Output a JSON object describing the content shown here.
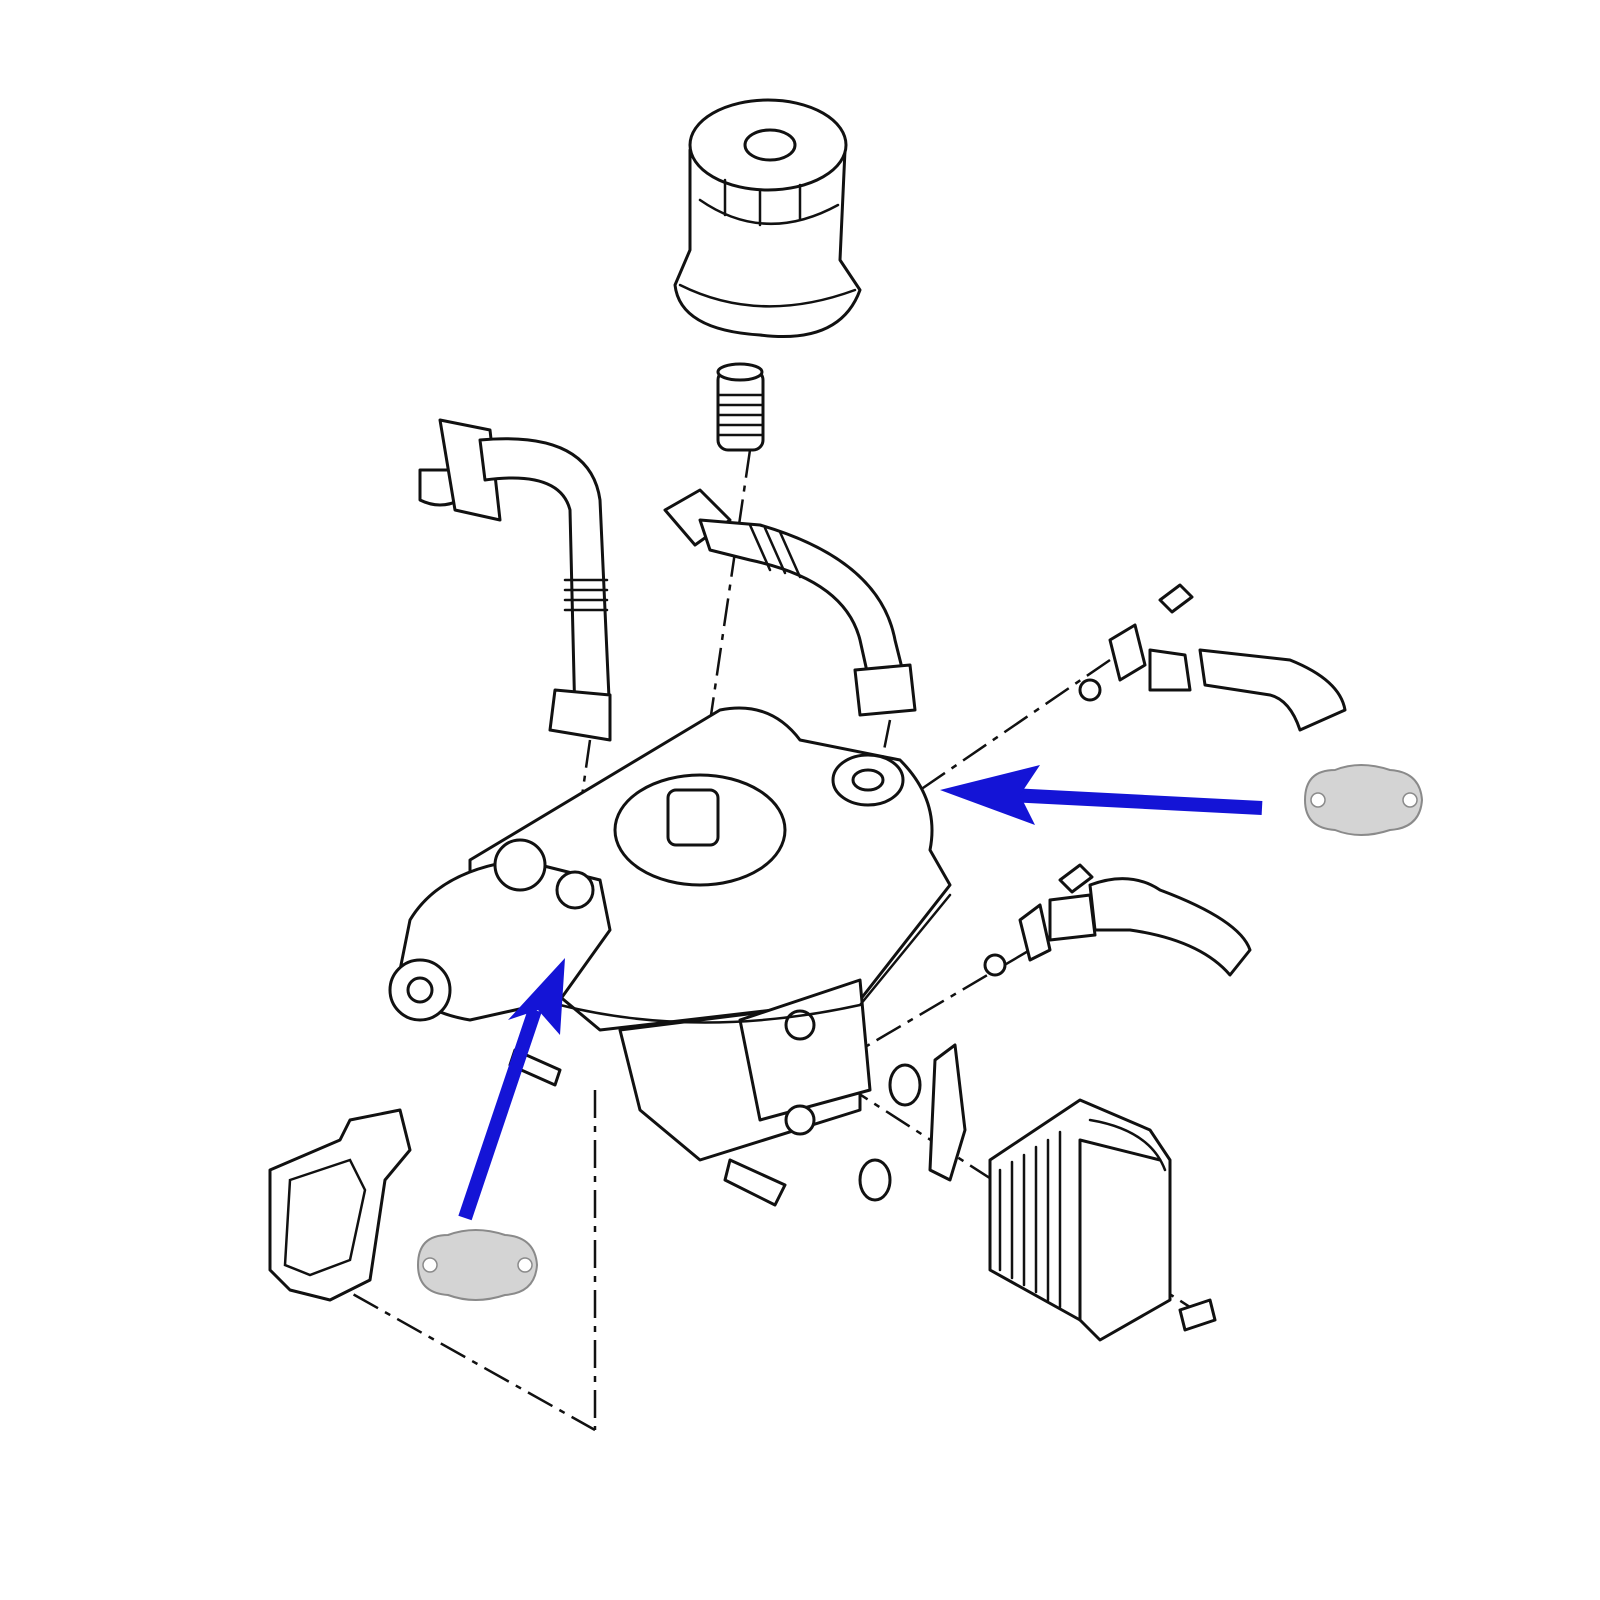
{
  "colors": {
    "background": "#ffffff",
    "line": "#111111",
    "arrow": "#1414d6",
    "blanking_plate_fill": "#d4d4d4",
    "blanking_plate_edge": "#8a8a8a"
  },
  "diagram": {
    "type": "exploded-parts-view",
    "parts": [
      "oil-filter",
      "spring",
      "egr-pipe-left",
      "egr-pipe-right",
      "oil-filter-housing",
      "coolant-pipe-upper",
      "coolant-pipe-lower",
      "oil-cooler",
      "housing-gasket",
      "o-rings",
      "bolts",
      "blanking-plate-right",
      "blanking-plate-left"
    ],
    "arrows": [
      {
        "from": "blanking-plate-right",
        "to": "egr-port-right"
      },
      {
        "from": "blanking-plate-left",
        "to": "egr-port-left"
      }
    ]
  }
}
